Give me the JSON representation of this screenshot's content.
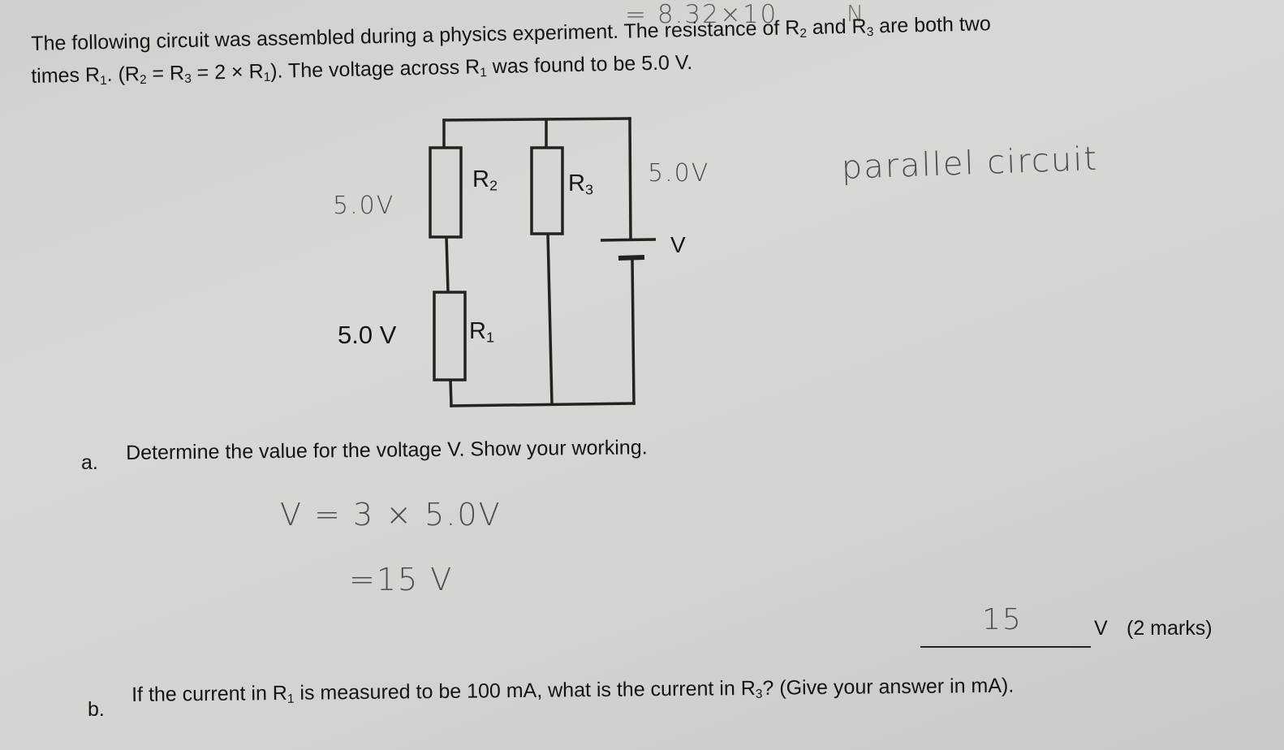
{
  "question": {
    "intro_line1_a": "The following circuit was assembled during a physics experiment. The resistance of R",
    "intro_line1_sub2": "2",
    "intro_line1_b": " and R",
    "intro_line1_sub3": "3",
    "intro_line1_c": " are both two",
    "intro_line2_a": "times R",
    "intro_line2_sub1": "1",
    "intro_line2_b": ". (R",
    "intro_line2_sub2": "2",
    "intro_line2_c": " = R",
    "intro_line2_sub3": "3",
    "intro_line2_d": " = 2 × R",
    "intro_line2_sub4": "1",
    "intro_line2_e": "). The voltage across R",
    "intro_line2_sub5": "1",
    "intro_line2_f": " was found to be 5.0 V.",
    "part_a_letter": "a.",
    "part_a_text": "Determine the value for the voltage V. Show your working.",
    "answer_unit": "V",
    "answer_marks": "(2 marks)",
    "part_b_letter": "b.",
    "part_b_text_a": "If the current in R",
    "part_b_sub1": "1",
    "part_b_text_b": " is measured to be 100 mA, what is the current in R",
    "part_b_sub3": "3",
    "part_b_text_c": "? (Give your answer in mA)."
  },
  "circuit": {
    "r1_letter": "R",
    "r1_sub": "1",
    "r2_letter": "R",
    "r2_sub": "2",
    "r3_letter": "R",
    "r3_sub": "3",
    "supply_label": "V",
    "r1_voltage_printed": "5.0 V"
  },
  "handwriting": {
    "top_scribble": "= 8.32×10",
    "top_scribble_n": "N",
    "r2_voltage": "5.0V",
    "supply_voltage": "5.0V",
    "note": "parallel circuit",
    "working_line1": "V = 3 × 5.0V",
    "working_line2": "=15 V",
    "answer": "15"
  }
}
